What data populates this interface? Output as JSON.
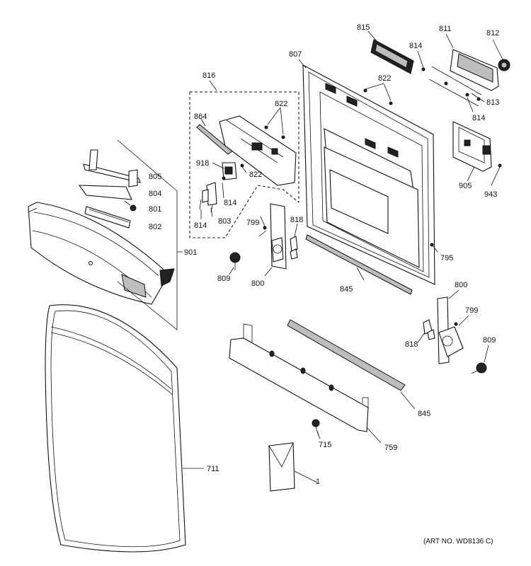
{
  "labels": {
    "p1": "1",
    "p711": "711",
    "p715": "715",
    "p759": "759",
    "p795": "795",
    "p799a": "799",
    "p799b": "799",
    "p800a": "800",
    "p800b": "800",
    "p801": "801",
    "p802": "802",
    "p803": "803",
    "p804": "804",
    "p805": "805",
    "p807": "807",
    "p809a": "809",
    "p809b": "809",
    "p811": "811",
    "p812": "812",
    "p813": "813",
    "p814a": "814",
    "p814b": "814",
    "p814c": "814",
    "p814d": "814",
    "p815": "815",
    "p816": "816",
    "p818a": "818",
    "p818b": "818",
    "p822a": "822",
    "p822b": "822",
    "p822c": "822",
    "p845a": "845",
    "p845b": "845",
    "p864": "864",
    "p901": "901",
    "p905": "905",
    "p918": "918",
    "p943": "943"
  },
  "art_number": "(ART NO. WD8136 C)"
}
